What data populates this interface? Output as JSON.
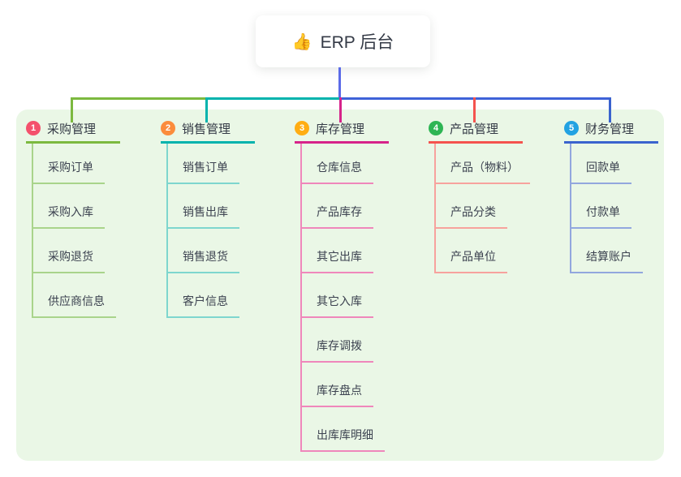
{
  "root": {
    "icon": "👍",
    "title": "ERP 后台"
  },
  "branches": [
    {
      "num": "1",
      "label": "采购管理",
      "badge_color": "#F4516C",
      "line_color": "#7CB93F",
      "child_line_color": "#A9D48B",
      "children": [
        "采购订单",
        "采购入库",
        "采购退货",
        "供应商信息"
      ]
    },
    {
      "num": "2",
      "label": "销售管理",
      "badge_color": "#FB8C3C",
      "line_color": "#00B3AD",
      "child_line_color": "#7ED6CE",
      "children": [
        "销售订单",
        "销售出库",
        "销售退货",
        "客户信息"
      ]
    },
    {
      "num": "3",
      "label": "库存管理",
      "badge_color": "#FFAD12",
      "line_color": "#D6238A",
      "child_line_color": "#EF87BB",
      "children": [
        "仓库信息",
        "产品库存",
        "其它出库",
        "其它入库",
        "库存调拨",
        "库存盘点",
        "出库库明细"
      ]
    },
    {
      "num": "4",
      "label": "产品管理",
      "badge_color": "#2EB554",
      "line_color": "#F4534E",
      "child_line_color": "#F7A29D",
      "children": [
        "产品（物料）",
        "产品分类",
        "产品单位"
      ]
    },
    {
      "num": "5",
      "label": "财务管理",
      "badge_color": "#22A2E2",
      "line_color": "#3A63CE",
      "child_line_color": "#92A7DE",
      "children": [
        "回款单",
        "付款单",
        "结算账户"
      ]
    }
  ],
  "colors": {
    "panel_bg": "#EAF7E6",
    "root_line": "#5B6BE8",
    "bus_right": "#3E62D8",
    "title_text": "#343A46",
    "node_text": "#3C4250"
  }
}
